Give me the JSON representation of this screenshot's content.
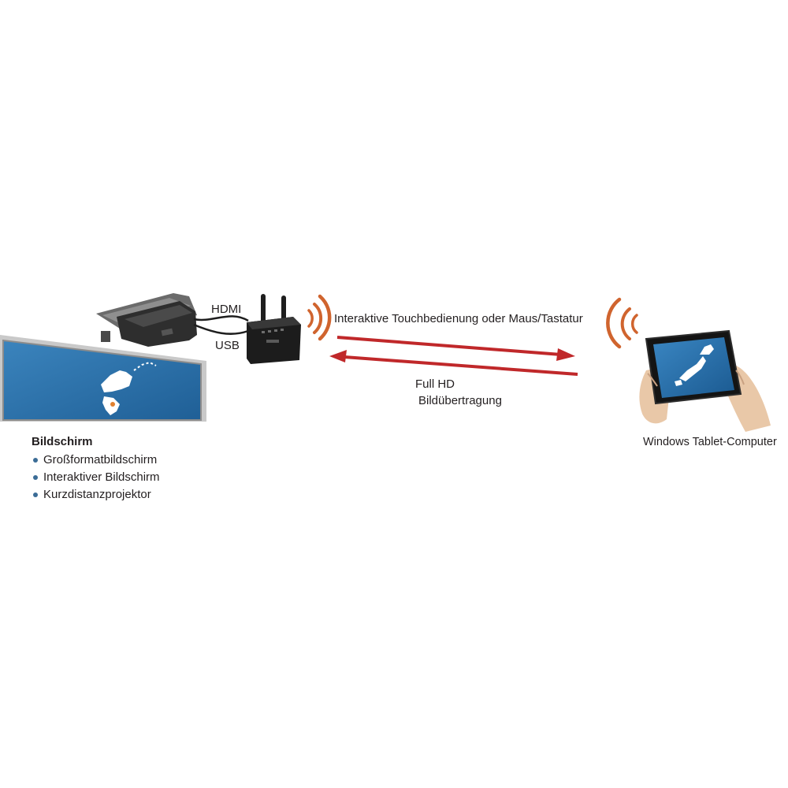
{
  "labels": {
    "hdmi": "HDMI",
    "usb": "USB",
    "interactive": "Interaktive Touchbedienung oder Maus/Tastatur",
    "full_hd": "Full HD",
    "transfer": "Bildübertragung",
    "tablet": "Windows Tablet-Computer"
  },
  "display": {
    "heading": "Bildschirm",
    "items": [
      "Großformatbildschirm",
      "Interaktiver Bildschirm",
      "Kurzdistanzprojektor"
    ]
  },
  "colors": {
    "arrow": "#c0282a",
    "signal": "#d0642e",
    "screen_blue": "#2b6fa8",
    "bullet": "#3b6c96"
  }
}
